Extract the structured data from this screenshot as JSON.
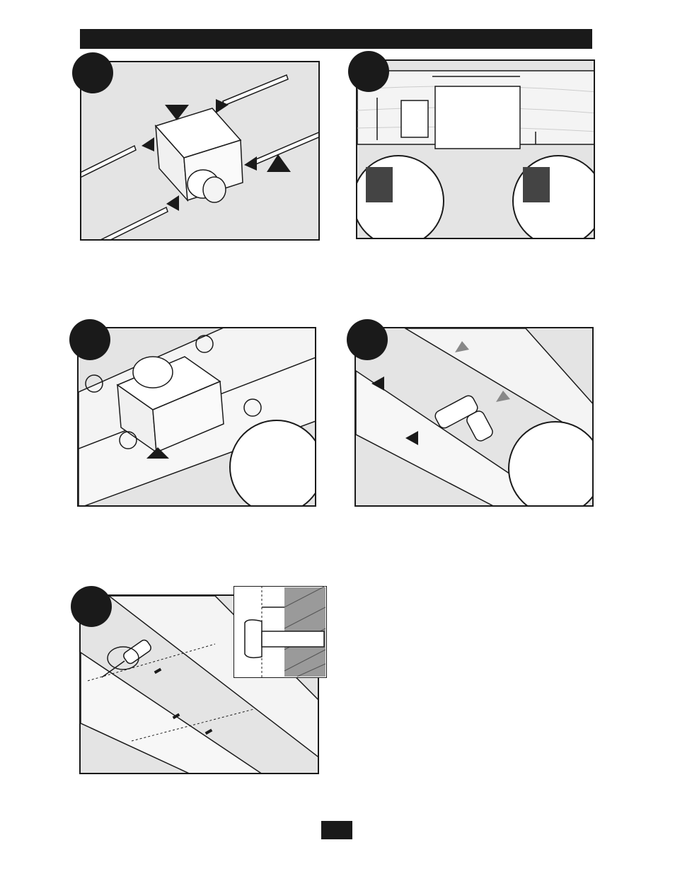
{
  "header": {
    "title": ""
  },
  "steps": [
    {
      "id": "1",
      "number": "",
      "icon": "fan-housing-with-mounting-bars-icon"
    },
    {
      "id": "2",
      "number": "",
      "icon": "housing-between-joists-measurement-icon"
    },
    {
      "id": "3",
      "number": "",
      "icon": "housing-mounting-tabs-icon"
    },
    {
      "id": "4",
      "number": "",
      "icon": "drill-pilot-holes-icon"
    },
    {
      "id": "5",
      "number": "",
      "icon": "screwdriver-screws-icon"
    }
  ],
  "page": {
    "number": ""
  },
  "colors": {
    "ink": "#1a1a1a",
    "panel": "#e4e4e4",
    "wood": "#f4f4f4",
    "accent": "#1a1a1a"
  }
}
